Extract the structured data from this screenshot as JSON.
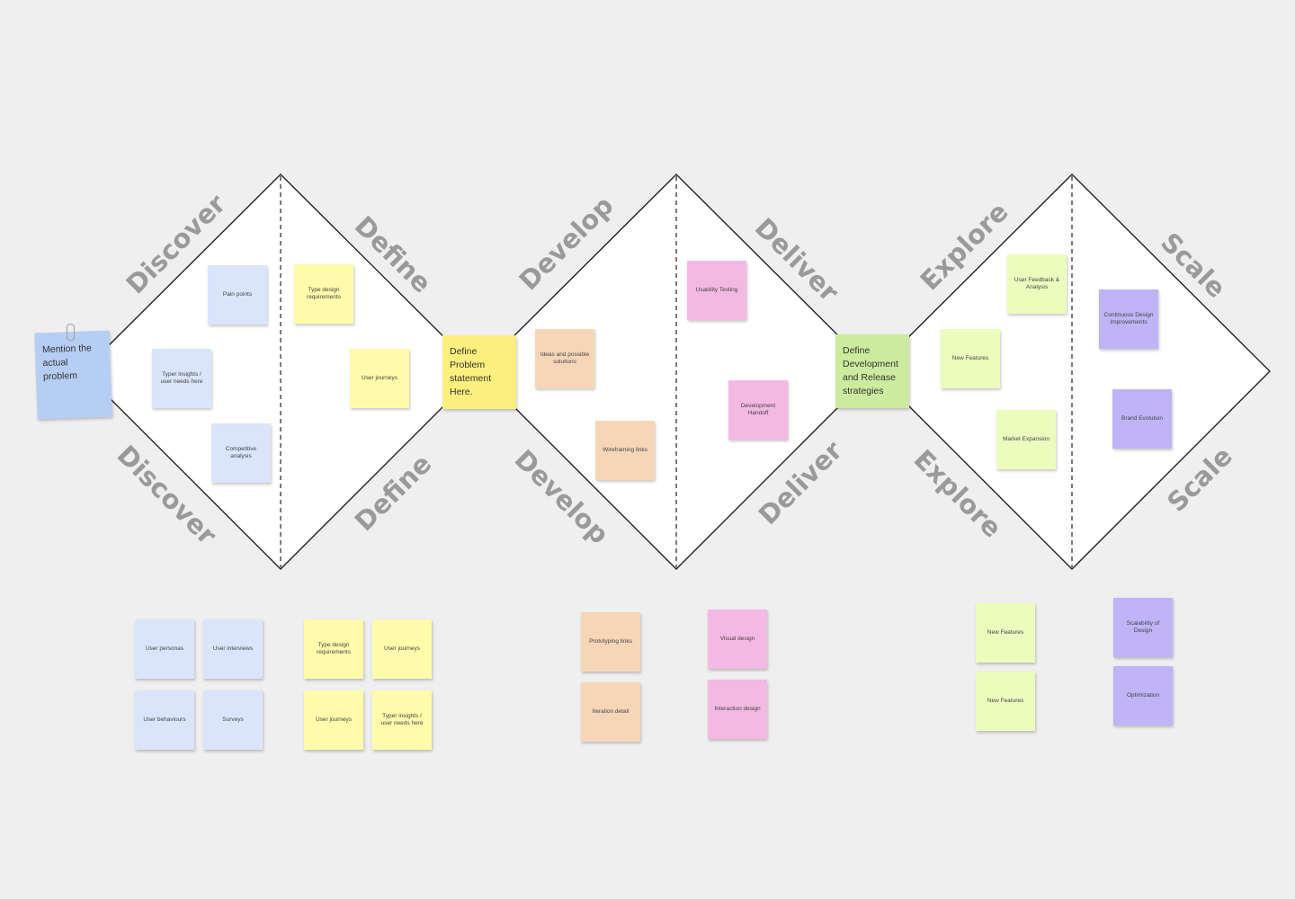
{
  "phases": {
    "top": [
      "Discover",
      "Define",
      "Develop",
      "Deliver",
      "Explore",
      "Scale"
    ],
    "bottom": [
      "Discover",
      "Define",
      "Develop",
      "Deliver",
      "Explore",
      "Scale"
    ]
  },
  "key_notes": {
    "problem": "Mention the actual problem",
    "problem_statement": "Define Problem statement Here.",
    "strategies": "Define Development and Release strategies"
  },
  "diamond_notes": {
    "pain_points": "Pain points",
    "typer_insights": "Typer insights / user needs here",
    "competitive_analysis": "Competitive analysis",
    "type_design_requirements": "Type design requirements",
    "user_journeys": "User journeys",
    "ideas_solutions": "Ideas and possible solutions",
    "wireframing_links": "Wireframing links",
    "usability_testing": "Usability Testing",
    "development_handoff": "Development Handoff",
    "user_feedback": "User Feedback & Analysis",
    "new_features": "New Features",
    "market_expansion": "Market Expansion",
    "continuous_design": "Continuous Design Improvements",
    "brand_evolution": "Brand Evolution"
  },
  "bottom_notes": {
    "user_personas": "User personas",
    "user_interviews": "User interviews",
    "user_behaviours": "User behaviours",
    "surveys": "Surveys",
    "type_design_requirements": "Type design requirements",
    "user_journeys_1": "User journeys",
    "user_journeys_2": "User journeys",
    "typer_insights": "Typer insights / user needs here",
    "prototyping_links": "Prototyping links",
    "iteration_detail": "Iteration detail",
    "visual_design": "Visual design",
    "interaction_design": "Interaction design",
    "new_features_1": "New Features",
    "new_features_2": "New Features",
    "scalability": "Scalability of Design",
    "optimization": "Optimization"
  },
  "colors": {
    "discover": "#dae5fb",
    "define": "#fefbaa",
    "develop": "#f7d6b8",
    "deliver": "#f3b9e3",
    "explore": "#ecfcbd",
    "scale": "#c0b4f7",
    "label": "#9a9a9a"
  }
}
